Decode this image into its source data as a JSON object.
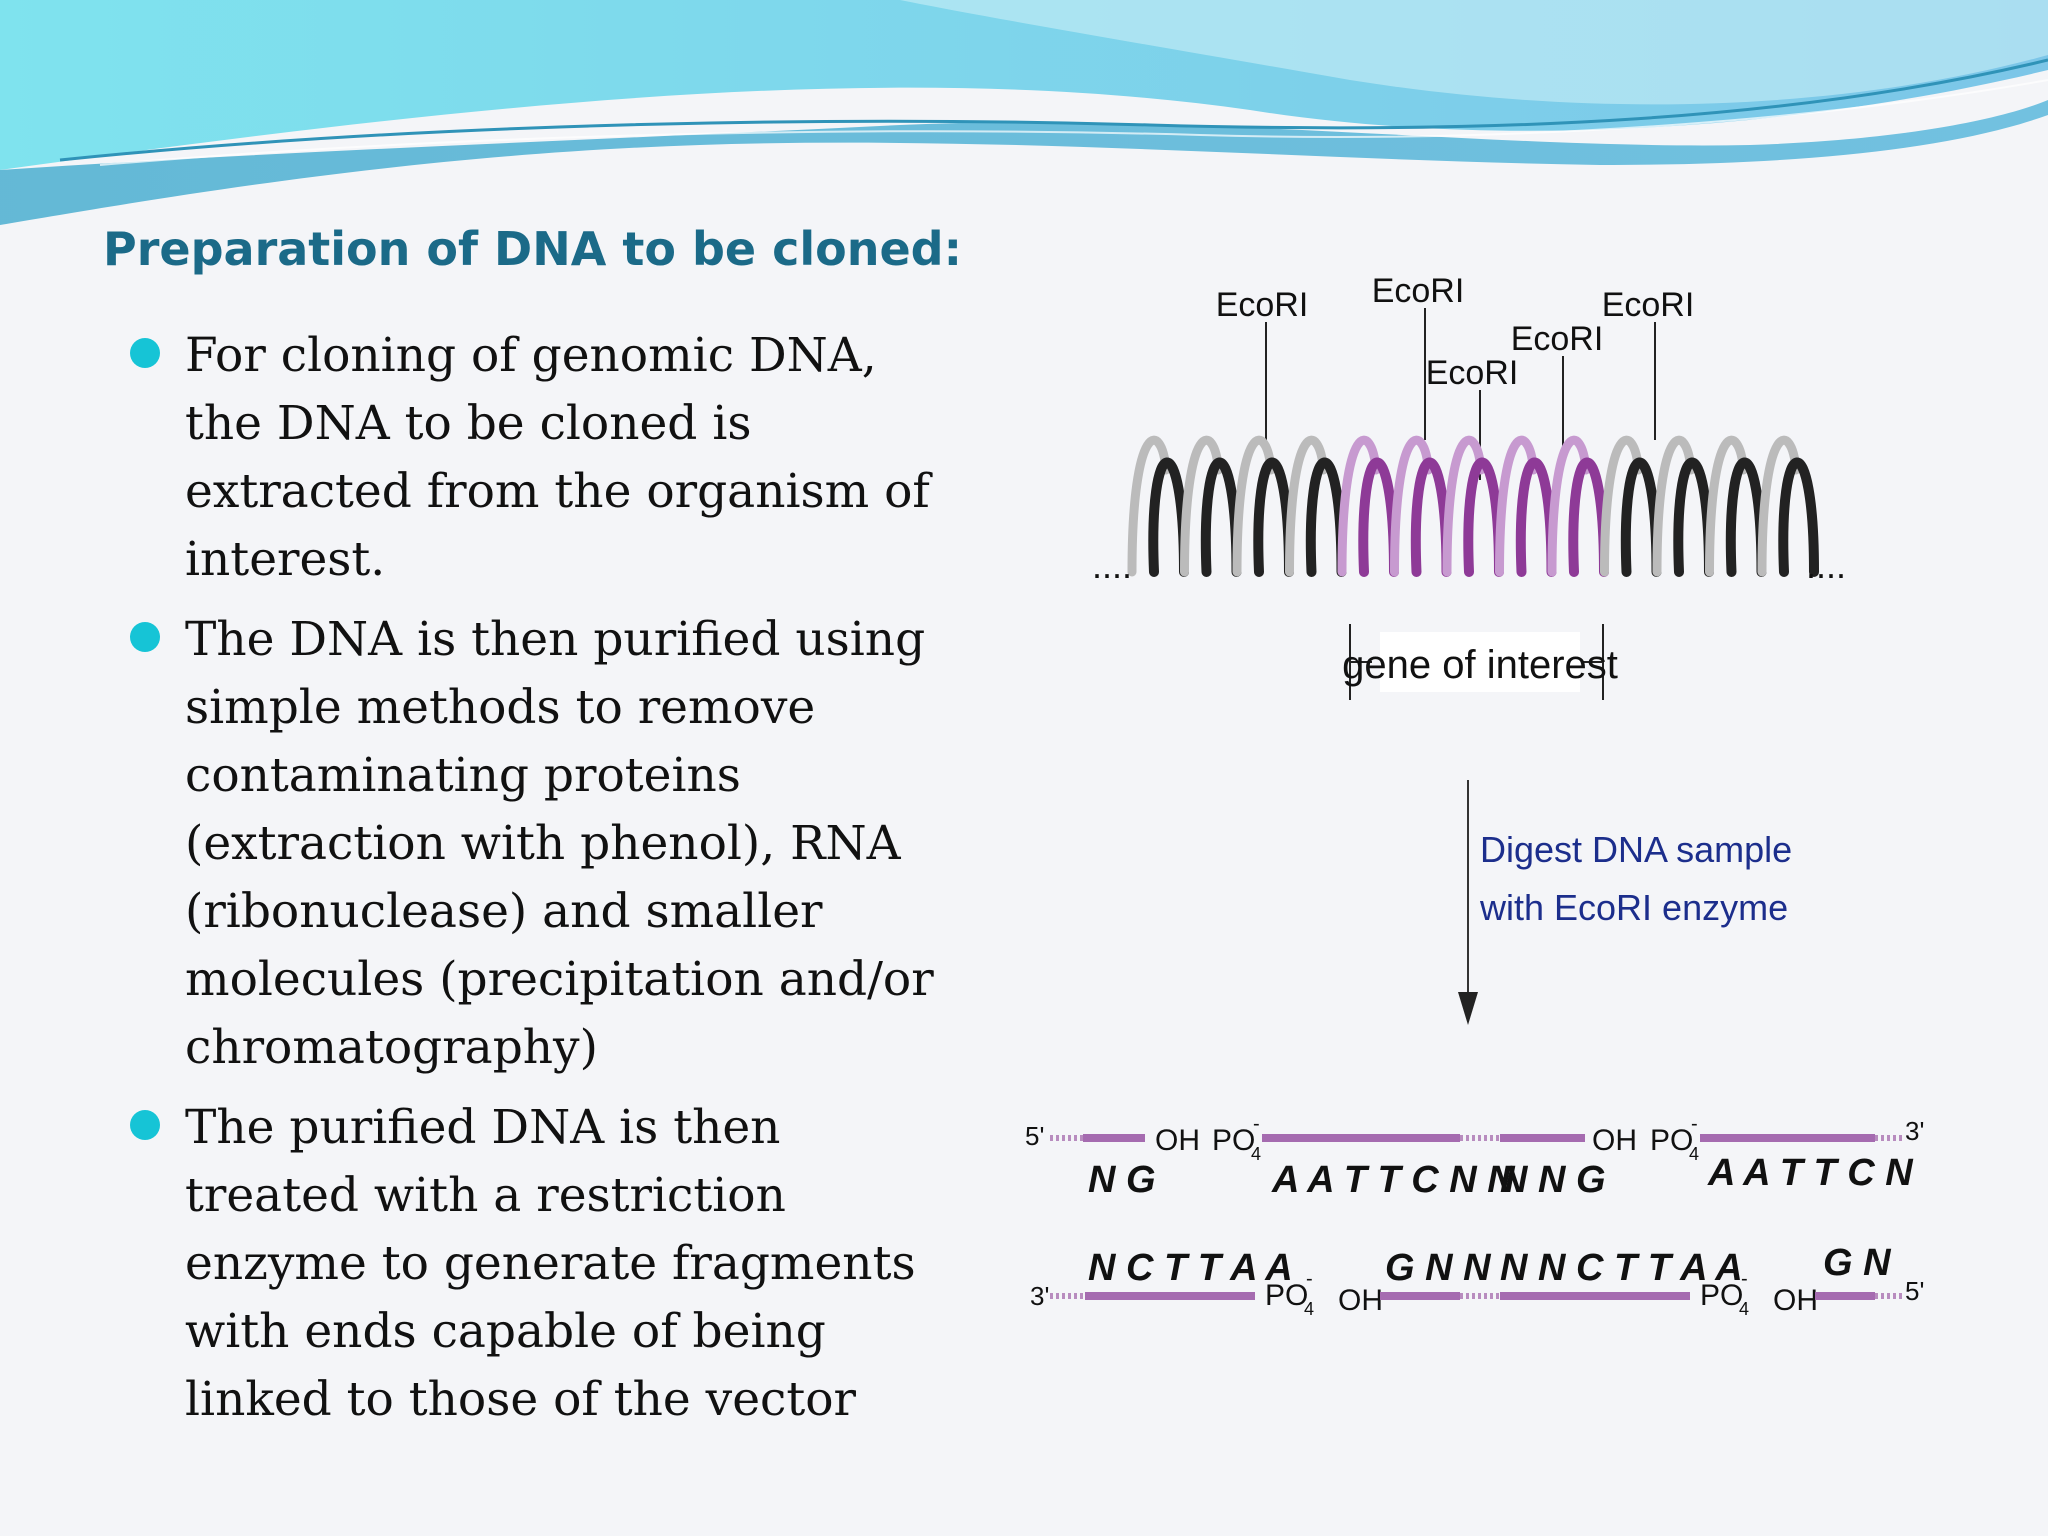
{
  "title": "Preparation of DNA to be cloned:",
  "bullets": [
    {
      "lines": [
        "For cloning of genomic DNA,",
        "the DNA to be cloned is",
        "extracted from the organism of",
        "interest."
      ]
    },
    {
      "lines": [
        "The DNA is then purified using",
        "simple methods to remove",
        "contaminating proteins",
        "(extraction with phenol), RNA",
        "(ribonuclease) and smaller",
        "molecules (precipitation and/or",
        "chromatography)"
      ]
    },
    {
      "lines": [
        "The purified DNA is then",
        "treated with a restriction",
        "enzyme to generate fragments",
        "with ends capable of being",
        "linked to those of the vector"
      ]
    }
  ],
  "diagram": {
    "sites": [
      "EcoRI",
      "EcoRI",
      "EcoRI",
      "EcoRI",
      "EcoRI"
    ],
    "gene_label": "gene of interest",
    "step": [
      "Digest DNA sample",
      "with EcoRI enzyme"
    ],
    "dots_left": "....",
    "dots_right": "....",
    "top_strand": {
      "end5": "5'",
      "end3": "3'",
      "seqs": [
        "N G",
        "A A T T C N N",
        "N N G",
        "A A T T C N"
      ],
      "oh": [
        "OH",
        "OH"
      ],
      "po4": [
        "PO",
        "PO"
      ]
    },
    "bottom_strand": {
      "end3": "3'",
      "end5": "5'",
      "seqs": [
        "N C T T A A",
        "G N N",
        "N N C T T A A",
        "G N"
      ],
      "oh": [
        "OH",
        "OH"
      ],
      "po4": [
        "PO",
        "PO"
      ]
    },
    "colors": {
      "insert": "#8e3a97",
      "outer_dark": "#222222",
      "outer_light": "#bbbbbb",
      "arrow": "#333333",
      "step_text": "#1c2e8c",
      "fragment": "#a56bb0"
    }
  }
}
